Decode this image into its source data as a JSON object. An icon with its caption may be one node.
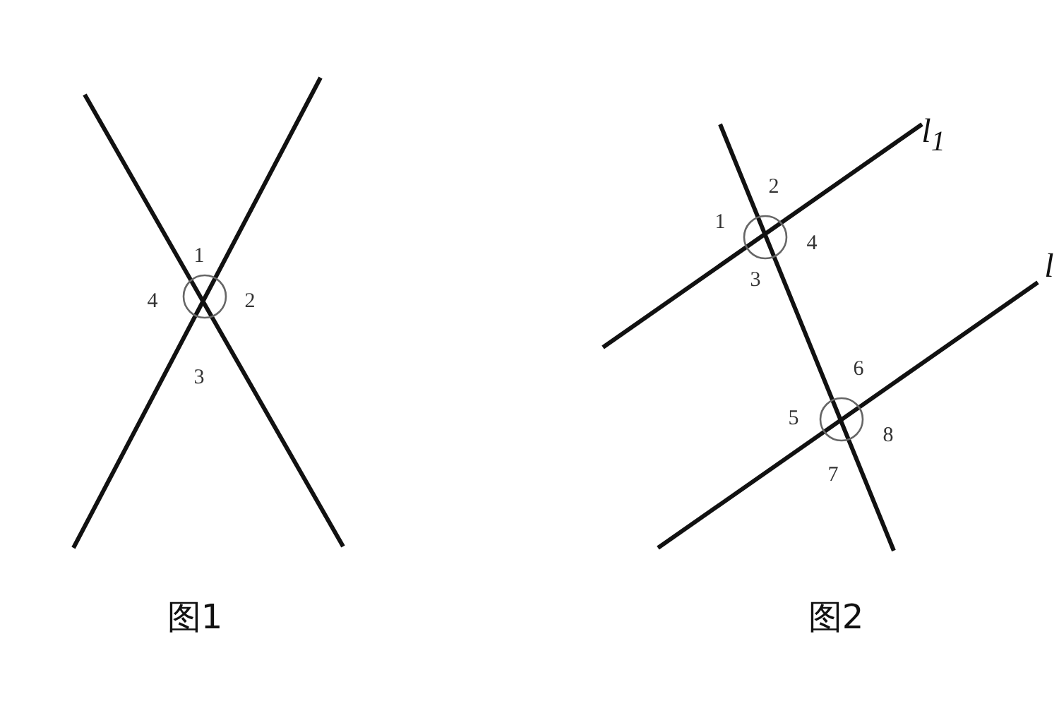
{
  "diagram": {
    "labels": [
      "1",
      "4",
      "2",
      "3",
      "*l*$_{1}$",
      "2",
      "1",
      "4",
      "3",
      "l",
      "6",
      "5",
      "8",
      "7",
      "图1",
      "图2"
    ]
  }
}
